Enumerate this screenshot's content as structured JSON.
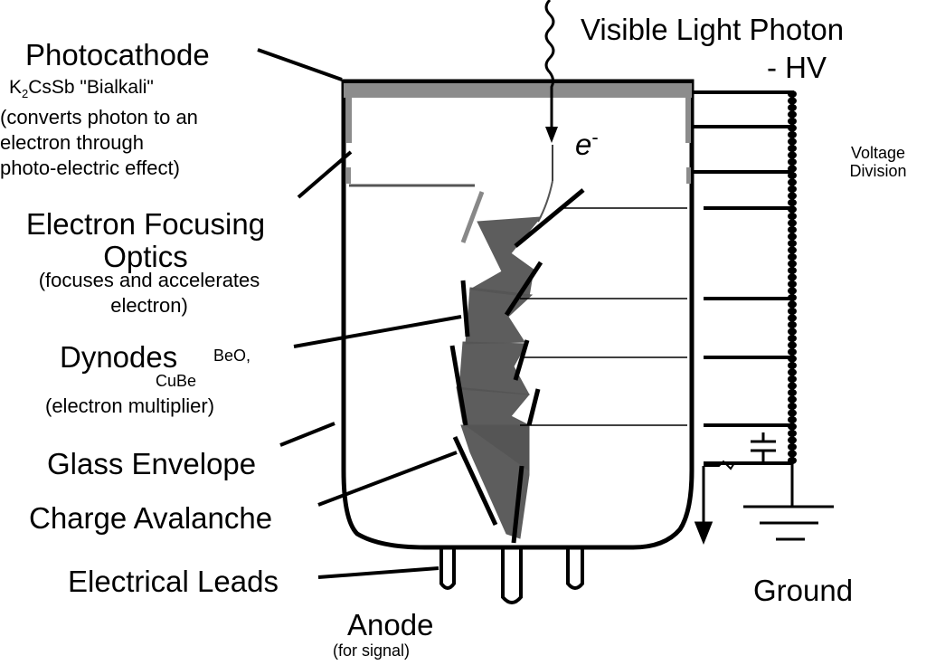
{
  "labels": {
    "photon": "Visible Light Photon",
    "hv": "- HV",
    "voltage_division_line1": "Voltage",
    "voltage_division_line2": "Division",
    "photocathode_title": "Photocathode",
    "photocathode_formula_k": "K",
    "photocathode_formula_2": "2",
    "photocathode_formula_rest": "CsSb \"Bialkali\"",
    "photocathode_desc_1": "(converts photon to an",
    "photocathode_desc_2": "electron through",
    "photocathode_desc_3": "photo-electric effect)",
    "electron_symbol": "e",
    "electron_charge": "-",
    "focusing_title_1": "Electron Focusing",
    "focusing_title_2": "Optics",
    "focusing_desc_1": "(focuses and accelerates",
    "focusing_desc_2": "electron)",
    "dynodes_title": "Dynodes",
    "dynodes_material_1": "BeO,",
    "dynodes_material_2": "CuBe",
    "dynodes_desc": "(electron multiplier)",
    "glass_envelope": "Glass Envelope",
    "charge_avalanche": "Charge Avalanche",
    "electrical_leads": "Electrical Leads",
    "anode_title": "Anode",
    "anode_desc": "(for signal)",
    "ground": "Ground"
  },
  "colors": {
    "line": "#000000",
    "photocathode": "#8c8c8c",
    "avalanche": "#555555",
    "lead_highlight": "#7a9a6a"
  }
}
